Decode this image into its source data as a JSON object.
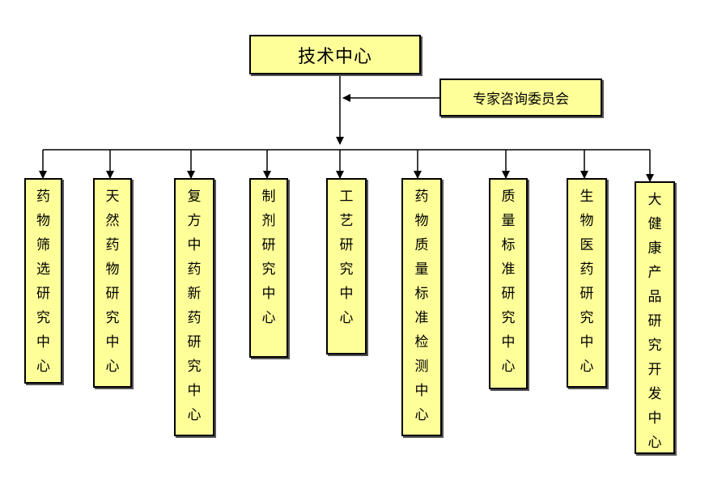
{
  "top": {
    "label": "技术中心"
  },
  "committee": {
    "label": "专家咨询委员会"
  },
  "centers": [
    {
      "label": "药物筛选研究中心"
    },
    {
      "label": "天然药物研究中心"
    },
    {
      "label": "复方中药新药研究中心"
    },
    {
      "label": "制剂研究中心"
    },
    {
      "label": "工艺研究中心"
    },
    {
      "label": "药物质量标准检测中心"
    },
    {
      "label": "质量标准研究中心"
    },
    {
      "label": "生物医药研究中心"
    },
    {
      "label": "大健康产品研究开发中心"
    }
  ]
}
